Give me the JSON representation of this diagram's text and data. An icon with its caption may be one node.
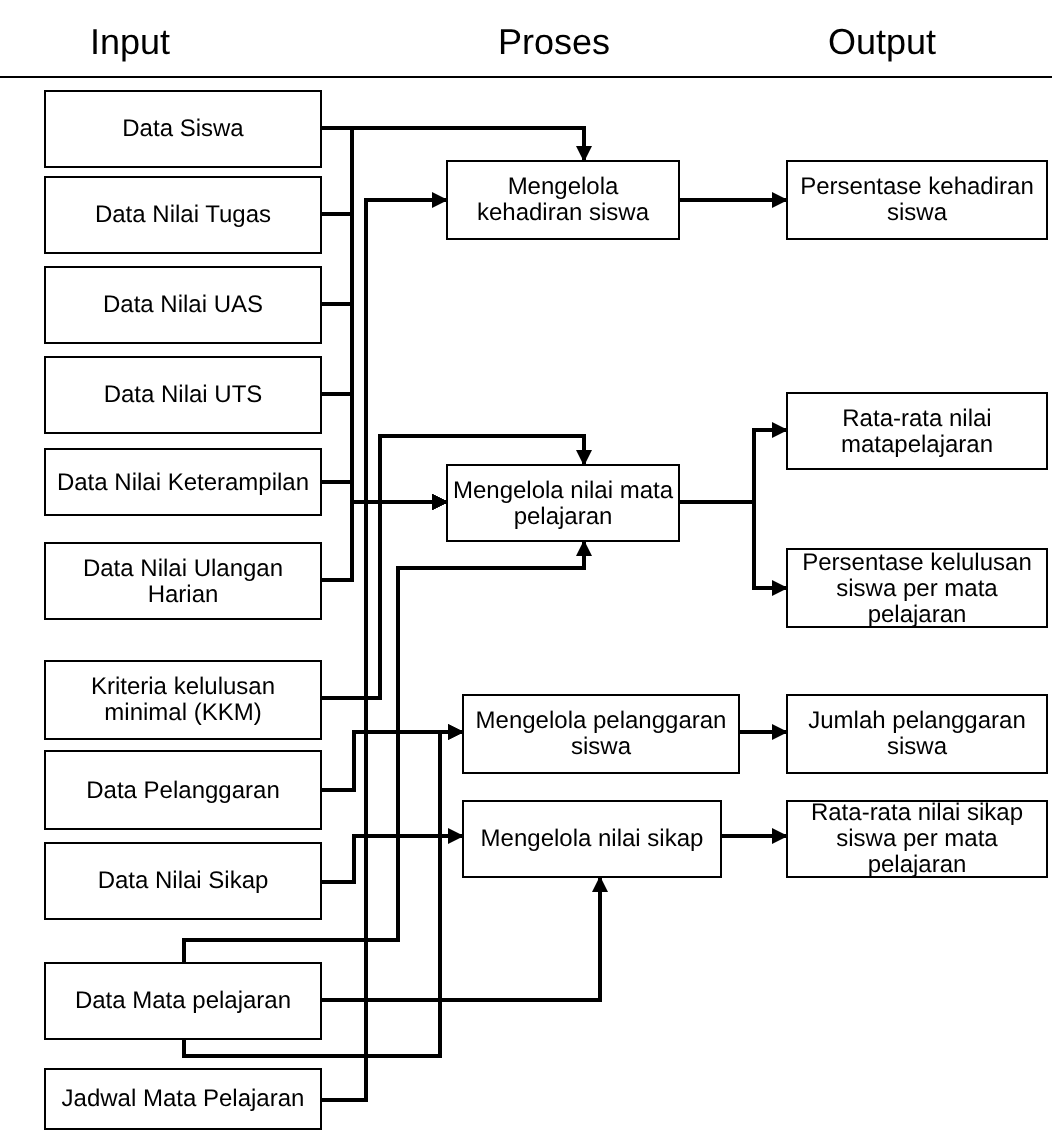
{
  "diagram": {
    "nodes": [
      {
        "text": [
          "Data Siswa"
        ]
      },
      {
        "text": [
          "Data Nilai Tugas"
        ]
      },
      {
        "text": [
          "Data Nilai UAS"
        ]
      },
      {
        "text": [
          "Data Nilai UTS"
        ]
      },
      {
        "text": [
          "Data Nilai Keterampilan"
        ]
      },
      {
        "text": [
          "Data Nilai Ulangan Harian"
        ]
      },
      {
        "text": [
          "Kriteria kelulusan minimal (KKM)"
        ]
      },
      {
        "text": [
          "Data Pelanggaran"
        ]
      },
      {
        "text": [
          "Data Nilai Sikap"
        ]
      },
      {
        "text": [
          "Data Mata pelajaran"
        ]
      },
      {
        "text": [
          "Jadwal Mata Pelajaran"
        ]
      },
      {
        "text": [
          "Mengelola kehadiran siswa"
        ]
      },
      {
        "text": [
          "Mengelola nilai mata pelajaran"
        ]
      },
      {
        "text": [
          "Mengelola pelanggaran siswa"
        ]
      },
      {
        "text": [
          "Mengelola nilai sikap"
        ]
      },
      {
        "text": [
          "Persentase kehadiran siswa"
        ]
      },
      {
        "text": [
          "Rata-rata nilai matapelajaran"
        ]
      },
      {
        "text": [
          "Persentase kelulusan siswa per mata pelajaran"
        ]
      },
      {
        "text": [
          "Jumlah pelanggaran siswa"
        ]
      },
      {
        "text": [
          "Rata-rata nilai sikap siswa per mata pelajaran"
        ]
      }
    ],
    "edges": [
      {
        "from": 0,
        "to": 11,
        "arrow": "to"
      },
      {
        "from": 0,
        "to": 12,
        "arrow": "to"
      },
      {
        "from": 1,
        "to": 12,
        "arrow": "to"
      },
      {
        "from": 2,
        "to": 12,
        "arrow": "to"
      },
      {
        "from": 3,
        "to": 12,
        "arrow": "to"
      },
      {
        "from": 4,
        "to": 12,
        "arrow": "to"
      },
      {
        "from": 5,
        "to": 12,
        "arrow": "to"
      },
      {
        "from": 6,
        "to": 12,
        "arrow": "to"
      },
      {
        "from": 10,
        "to": 11,
        "arrow": "to"
      },
      {
        "from": 9,
        "to": 12,
        "arrow": "to"
      },
      {
        "from": 9,
        "to": 14,
        "arrow": "to"
      },
      {
        "from": 9,
        "to": 13,
        "arrow": "to"
      },
      {
        "from": 7,
        "to": 13,
        "arrow": "to"
      },
      {
        "from": 8,
        "to": 14,
        "arrow": "to"
      },
      {
        "from": 11,
        "to": 15,
        "arrow": "to"
      },
      {
        "from": 12,
        "to": 16,
        "arrow": "to"
      },
      {
        "from": 12,
        "to": 17,
        "arrow": "to"
      },
      {
        "from": 13,
        "to": 18,
        "arrow": "to"
      },
      {
        "from": 14,
        "to": 19,
        "arrow": "to"
      }
    ],
    "labels": [
      "Input",
      "Proses",
      "Output"
    ]
  }
}
